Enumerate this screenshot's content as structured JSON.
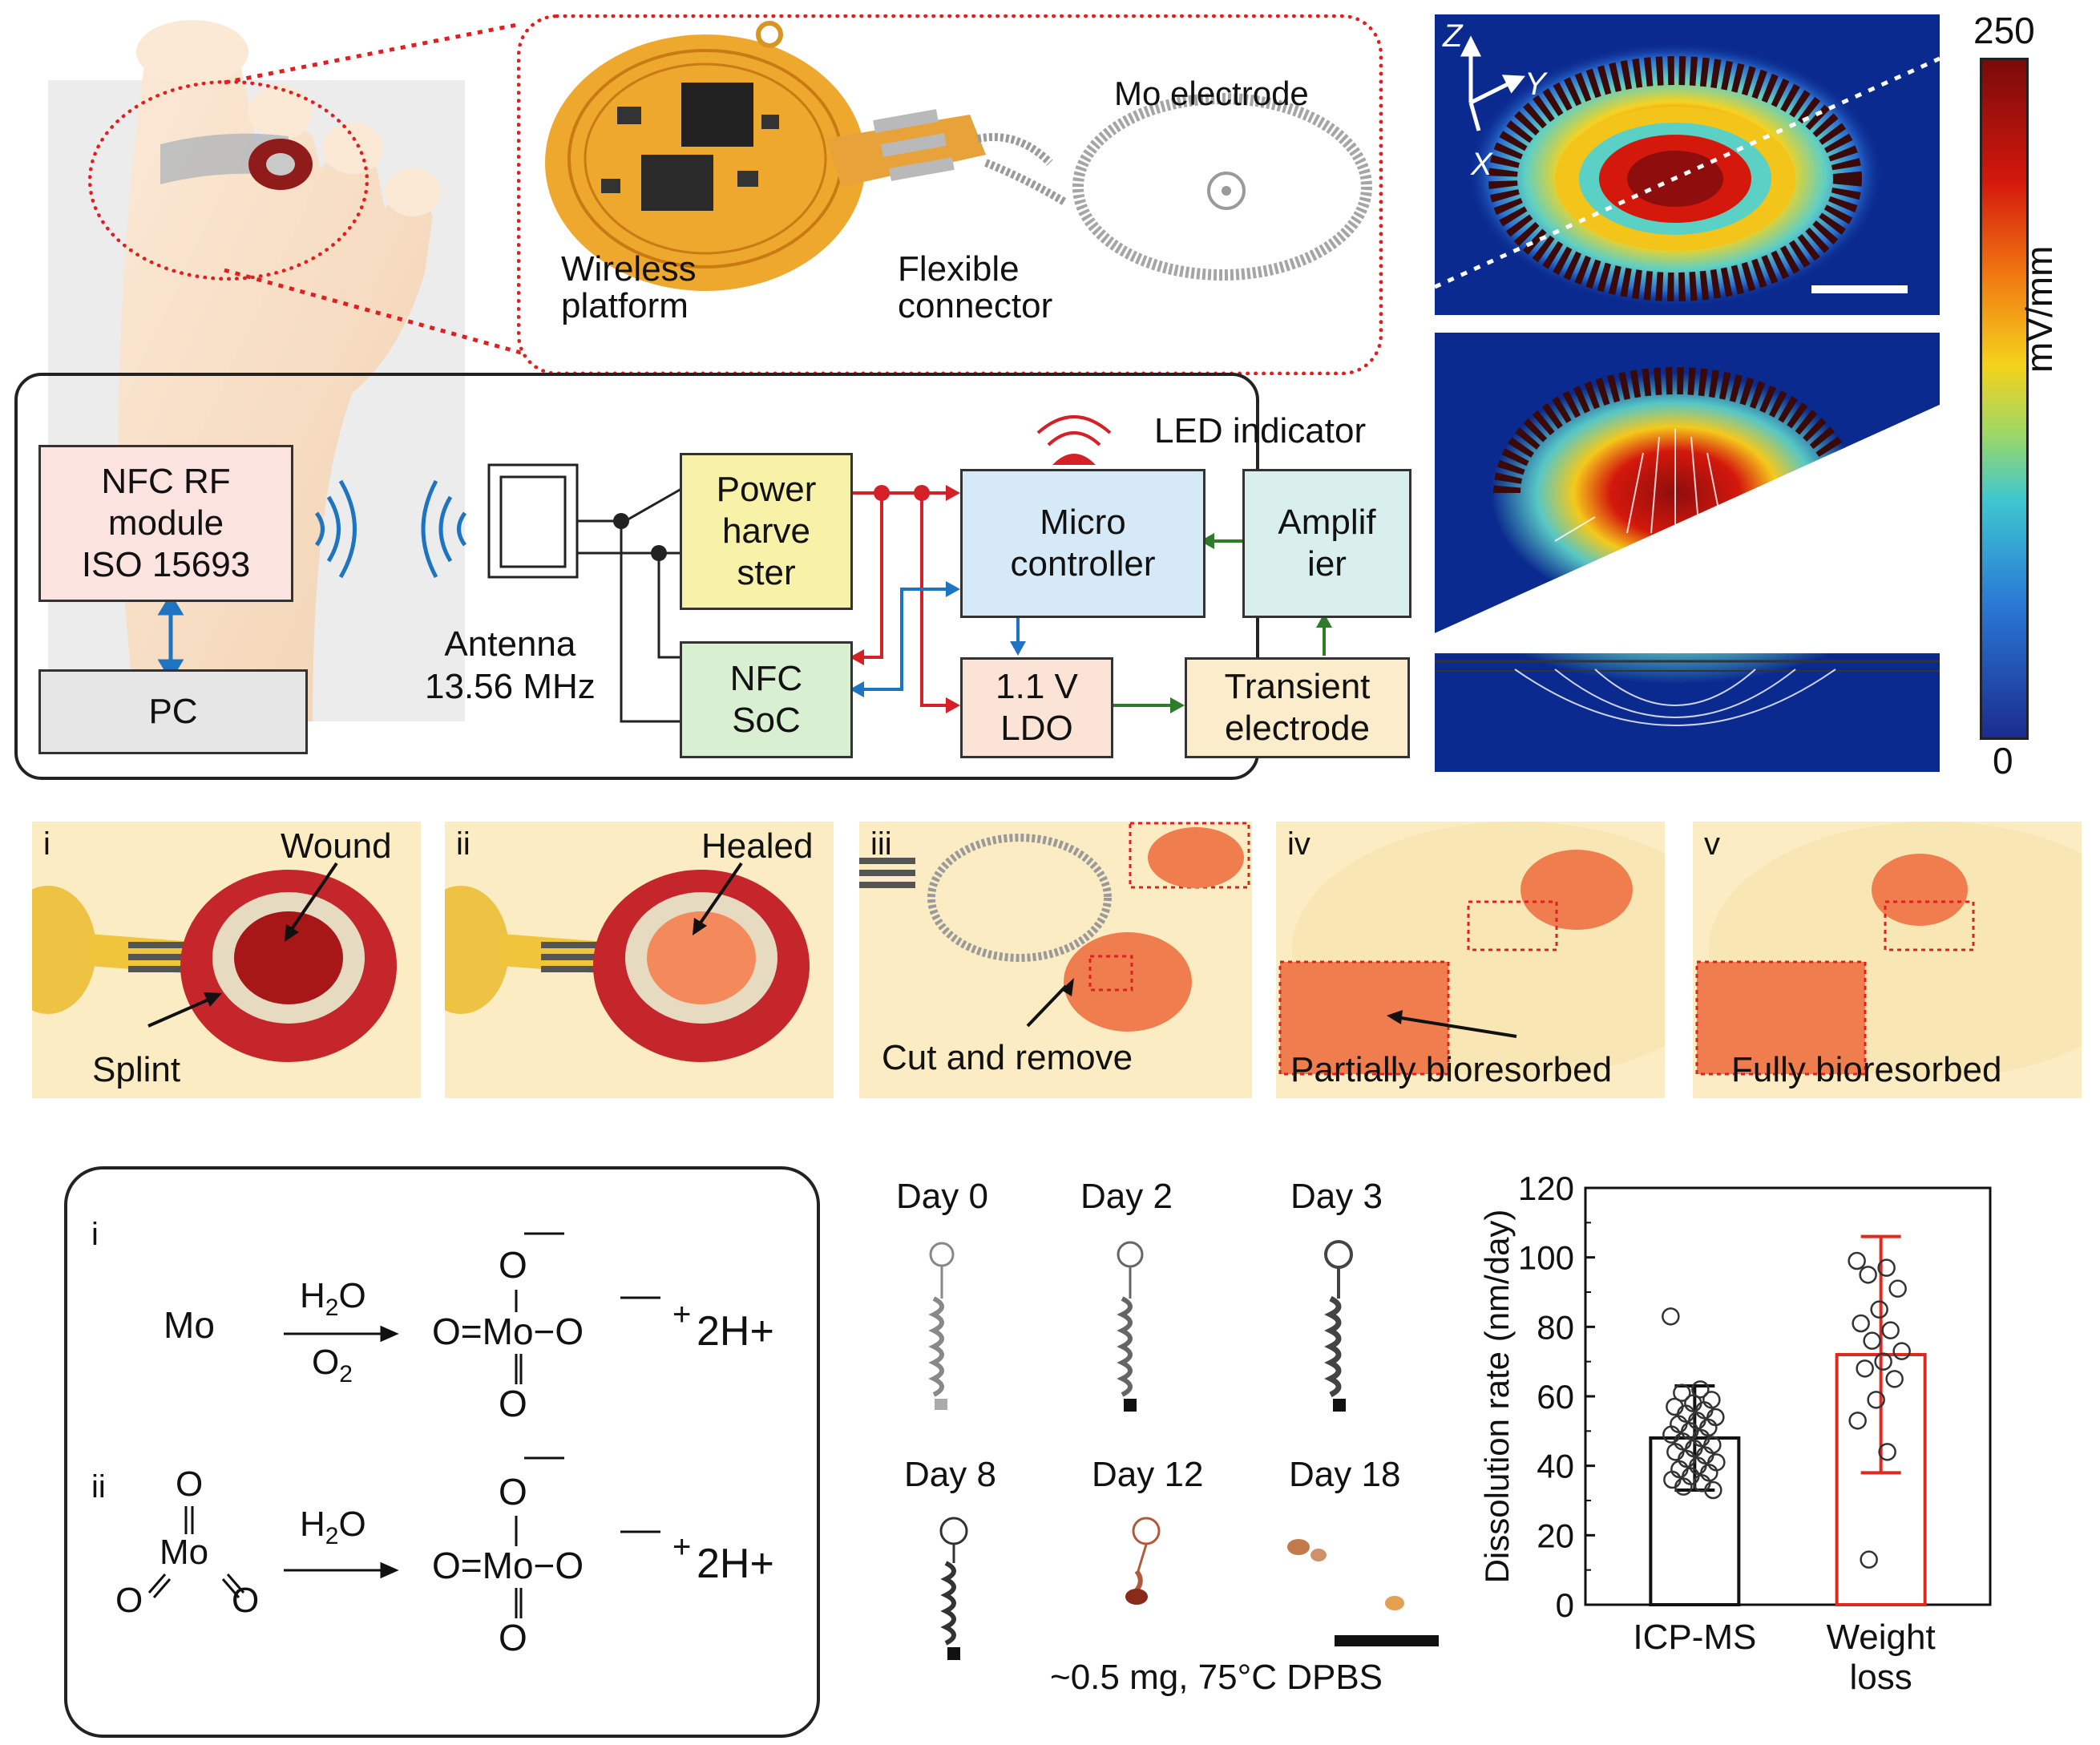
{
  "device": {
    "label_mo": "Mo electrode",
    "label_platform": "Wireless\nplatform",
    "label_connector": "Flexible\nconnector"
  },
  "circuit": {
    "nfc_module": "NFC RF\nmodule\nISO 15693",
    "pc": "PC",
    "antenna": "Antenna\n13.56 MHz",
    "power": "Power\nharve\nster",
    "soc": "NFC\nSoC",
    "micro": "Micro\ncontroller",
    "amp": "Amplif\nier",
    "ldo": "1.1 V\nLDO",
    "electrode": "Transient\nelectrode",
    "led": "LED indicator"
  },
  "colors": {
    "circuit_red": "#d42027",
    "circuit_blue": "#1f74c2",
    "circuit_green": "#2f7a2b",
    "panel_bg": "#fbecc3",
    "splint": "#c4262b",
    "tissue": "#f07d4e",
    "bar_red": "#e0281e"
  },
  "simulation": {
    "axis_z": "Z",
    "axis_y": "Y",
    "axis_x": "X",
    "colorbar_max": "250",
    "colorbar_min": "0",
    "colorbar_unit": "mV/mm"
  },
  "steps": [
    {
      "numeral": "i",
      "label_a": "Wound",
      "label_b": "Splint"
    },
    {
      "numeral": "ii",
      "label_a": "Healed"
    },
    {
      "numeral": "iii",
      "label_b": "Cut and remove"
    },
    {
      "numeral": "iv",
      "label_b": "Partially bioresorbed"
    },
    {
      "numeral": "v",
      "label_b": "Fully bioresorbed"
    }
  ],
  "reactions": {
    "i": "i",
    "ii": "ii",
    "mo": "Mo",
    "h2o": "H2O",
    "o2": "O2",
    "o": "O",
    "product": "O=Mo−O",
    "plus": "+",
    "h": "2H+"
  },
  "dissolution": {
    "days": [
      "Day 0",
      "Day 2",
      "Day 3",
      "Day 8",
      "Day 12",
      "Day 18"
    ],
    "condition": "~0.5 mg, 75°C DPBS"
  },
  "chart_data": {
    "type": "bar",
    "categories": [
      "ICP-MS",
      "Weight\nloss"
    ],
    "values": [
      48,
      72
    ],
    "errors": [
      15,
      34
    ],
    "ylabel": "Dissolution rate (nm/day)",
    "ylim": [
      0,
      120
    ],
    "yticks": [
      0,
      20,
      40,
      60,
      80,
      100,
      120
    ],
    "points": [
      [
        83,
        62,
        61,
        59,
        58,
        57,
        56,
        55,
        54,
        53,
        52,
        51,
        50,
        49,
        48,
        47,
        46,
        45,
        44,
        43,
        42,
        41,
        40,
        39,
        38,
        37,
        36,
        35,
        34,
        33
      ],
      [
        99,
        97,
        95,
        91,
        85,
        81,
        79,
        76,
        73,
        70,
        68,
        65,
        59,
        53,
        44,
        13
      ]
    ]
  }
}
